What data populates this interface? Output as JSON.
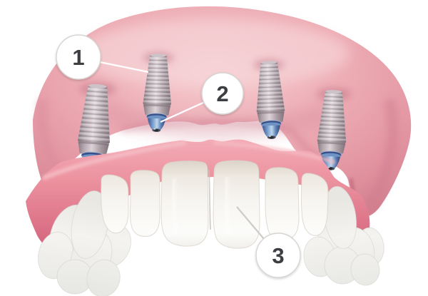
{
  "figure": {
    "description_visible_text_only": true,
    "callouts": [
      {
        "label": "1"
      },
      {
        "label": "2"
      },
      {
        "label": "3"
      }
    ],
    "colors": {
      "background": "#ffffff",
      "gum_highlight": "#f8dadd",
      "gum_mid": "#eaa8b1",
      "gum_dark": "#d07e8d",
      "denture_gum": "#e98f9d",
      "denture_gum_shadow": "#b85a72",
      "tooth_white": "#f7f5f1",
      "tooth_shadow": "#dcd4c9",
      "implant_metal_light": "#ddd3d7",
      "implant_metal_dark": "#837680",
      "abutment_blue": "#6e93c4",
      "abutment_blue_dark": "#31477a",
      "callout_fill": "#ffffff",
      "callout_border": "#d7d5d2",
      "callout_text": "#3c3e41",
      "leader_line_light": "#ffffff",
      "leader_line_gray": "#cfccc8"
    }
  }
}
